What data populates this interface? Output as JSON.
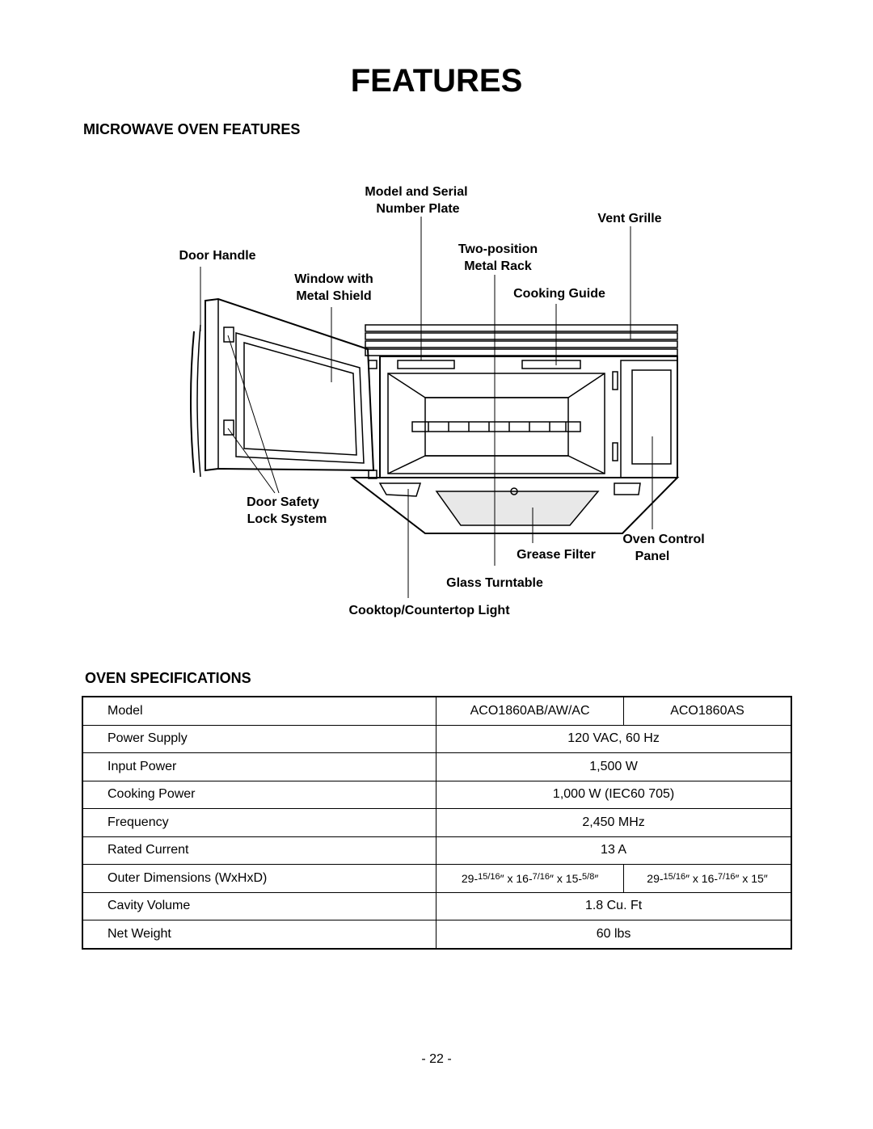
{
  "page": {
    "title": "FEATURES",
    "section1_title": "MICROWAVE OVEN FEATURES",
    "section2_title": "OVEN SPECIFICATIONS",
    "page_number": "- 22 -"
  },
  "diagram": {
    "labels": {
      "model_plate_1": "Model and Serial",
      "model_plate_2": "Number Plate",
      "vent_grille": "Vent Grille",
      "door_handle": "Door Handle",
      "two_position_1": "Two-position",
      "two_position_2": "Metal Rack",
      "window_1": "Window with",
      "window_2": "Metal Shield",
      "cooking_guide": "Cooking Guide",
      "door_safety_1": "Door Safety",
      "door_safety_2": "Lock System",
      "oven_control_1": "Oven Control",
      "oven_control_2": "Panel",
      "grease_filter": "Grease Filter",
      "glass_turntable": "Glass Turntable",
      "cooktop_light": "Cooktop/Countertop Light"
    }
  },
  "specs": {
    "header": {
      "label": "Model",
      "model_a": "ACO1860AB/AW/AC",
      "model_b": "ACO1860AS"
    },
    "rows": [
      {
        "label": "Power Supply",
        "value": "120 VAC, 60 Hz"
      },
      {
        "label": "Input Power",
        "value": "1,500 W"
      },
      {
        "label": "Cooking Power",
        "value": "1,000 W (IEC60 705)"
      },
      {
        "label": "Frequency",
        "value": "2,450 MHz"
      },
      {
        "label": "Rated Current",
        "value": "13 A"
      }
    ],
    "dimensions": {
      "label": "Outer Dimensions (WxHxD)",
      "a": {
        "w_whole": "29-",
        "w_frac": "15/16",
        "h_whole": "″ x 16-",
        "h_frac": "7/16",
        "d_whole": "″ x 15-",
        "d_frac": "5/8",
        "end": "″"
      },
      "b": {
        "w_whole": "29-",
        "w_frac": "15/16",
        "h_whole": "″ x 16-",
        "h_frac": "7/16",
        "d_whole": "″ x 15″"
      }
    },
    "rows2": [
      {
        "label": "Cavity Volume",
        "value": "1.8 Cu. Ft"
      },
      {
        "label": "Net Weight",
        "value": "60 lbs"
      }
    ]
  }
}
